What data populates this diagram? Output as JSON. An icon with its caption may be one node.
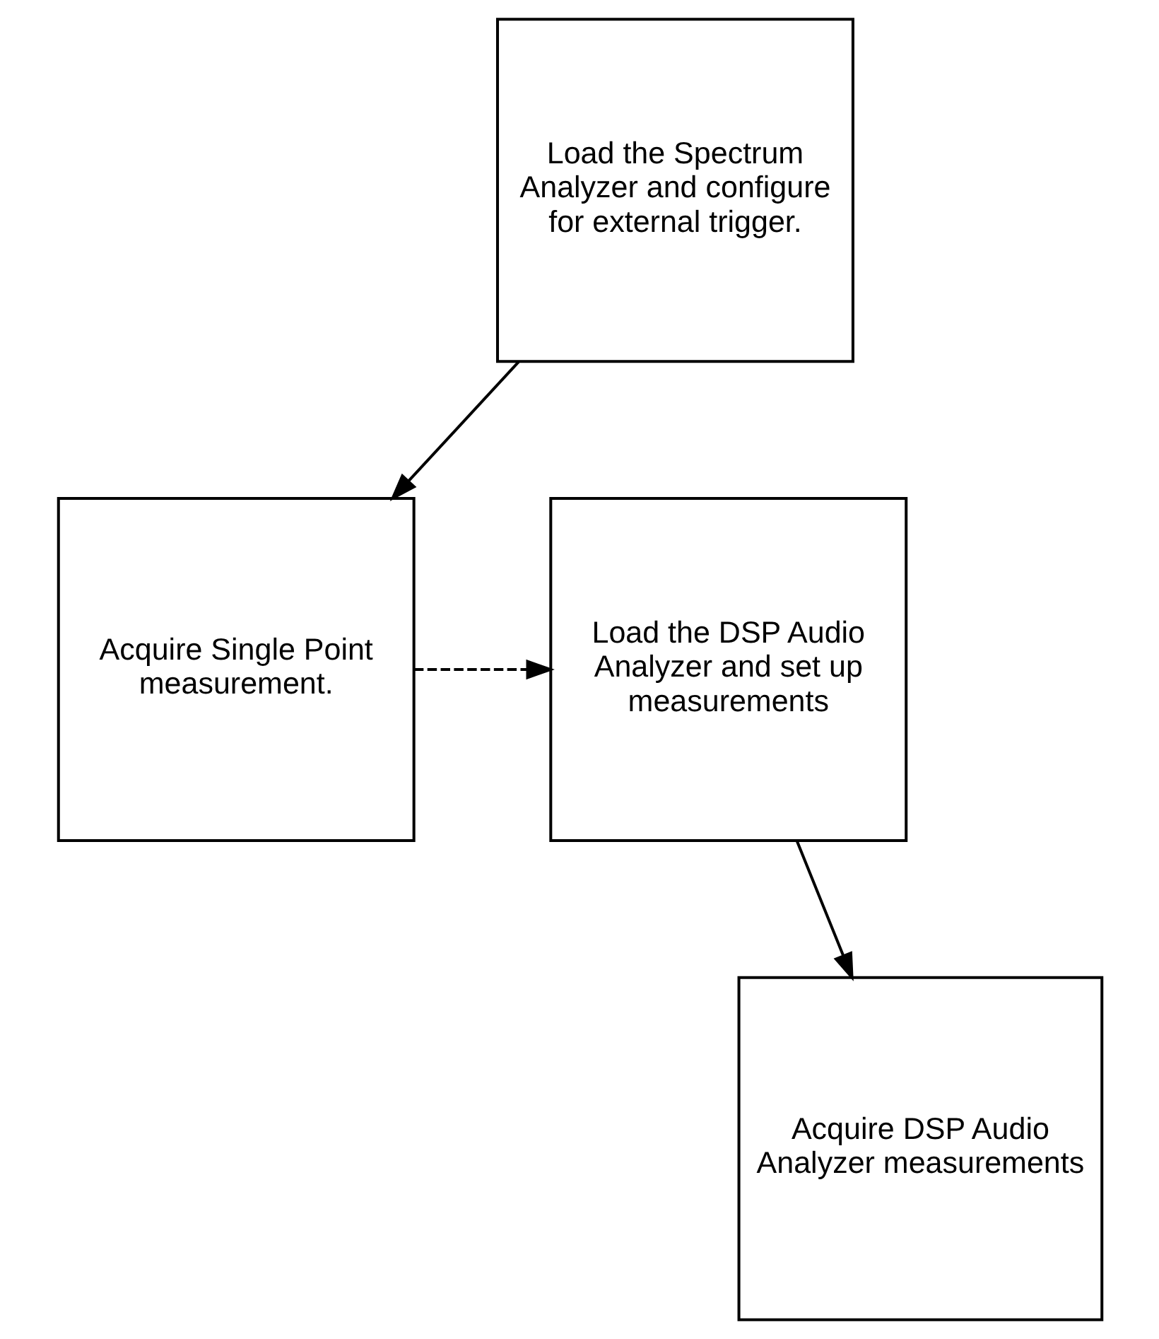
{
  "diagram": {
    "nodes": [
      {
        "text": [
          "Load the Spectrum Analyzer and configure for external trigger."
        ]
      },
      {
        "text": [
          "Acquire Single Point measurement."
        ]
      },
      {
        "text": [
          "Load the DSP Audio Analyzer and set up measurements"
        ]
      },
      {
        "text": [
          "Acquire DSP Audio Analyzer measurements"
        ]
      }
    ],
    "edges": [
      {
        "from": 0,
        "to": 1,
        "arrow": "to"
      },
      {
        "from": 1,
        "to": 2,
        "arrow": "to",
        "style": "dashed"
      },
      {
        "from": 2,
        "to": 3,
        "arrow": "to"
      }
    ]
  }
}
